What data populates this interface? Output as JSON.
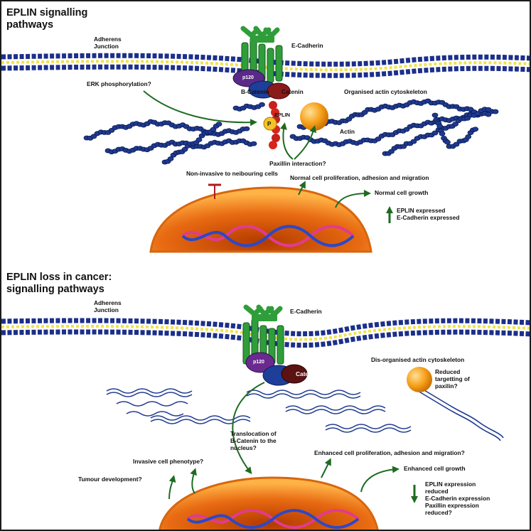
{
  "panel_top": {
    "title_line1": "EPLIN signalling",
    "title_line2": "pathways",
    "adherens_line1": "Adherens",
    "adherens_line2": "Junction",
    "e_cadherin": "E-Cadherin",
    "p120": "p120",
    "b_catenin": "B-Catenin",
    "a_catenin": "Catenin",
    "erk": "ERK phosphorylation?",
    "organised_actin": "Organised actin cytoskeleton",
    "eplin": "EPLIN",
    "p_label": "P",
    "actin": "Actin",
    "paxillin_interaction": "Paxillin interaction?",
    "non_invasive": "Non-invasive to neibouring cells",
    "normal_prolif": "Normal cell proliferation, adhesion and migration",
    "normal_growth": "Normal cell growth",
    "eplin_expressed": "EPLIN expressed",
    "ecad_expressed": "E-Cadherin expressed"
  },
  "panel_bottom": {
    "title_line1": "EPLIN loss in cancer:",
    "title_line2": "signalling pathways",
    "adherens_line1": "Adherens",
    "adherens_line2": "Junction",
    "e_cadherin": "E-Cadherin",
    "p120": "p120",
    "a_catenin": "Catenin",
    "disorganised_actin": "Dis-organised actin cytoskeleton",
    "reduced_targetting_1": "Reduced",
    "reduced_targetting_2": "targetting of",
    "reduced_targetting_3": "paxilin?",
    "translocation_1": "Translocation of",
    "translocation_2": "B-Catenin to the",
    "translocation_3": "nucleus?",
    "invasive": "Invasive cell phenotype?",
    "tumour": "Tumour development?",
    "enhanced_prolif": "Enhanced cell proliferation, adhesion and migration?",
    "enhanced_growth": "Enhanced cell growth",
    "eplin_reduced_1": "EPLIN expression",
    "eplin_reduced_2": "reduced",
    "ecad_reduced": "E-Cadherin expression",
    "paxillin_reduced_1": "Paxillin expression",
    "paxillin_reduced_2": "reduced?"
  },
  "colors": {
    "membrane_blue": "#1c2f8a",
    "membrane_yellow": "#f2e24a",
    "cadherin_green": "#2f9e3a",
    "actin_blue": "#1f3a8f",
    "nucleus_orange": "#f28a1e",
    "arrow_green": "#1e6b22",
    "inhibit_red": "#b11a1a"
  }
}
